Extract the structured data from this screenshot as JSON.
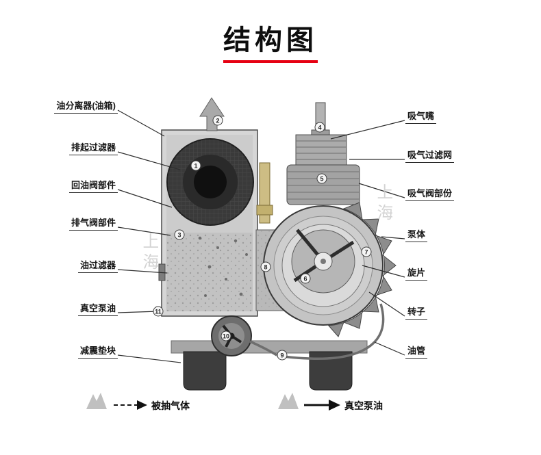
{
  "page": {
    "title": "结构图",
    "accent_color": "#e60012",
    "background": "#ffffff"
  },
  "labels_left": [
    {
      "text": "油分离器(油箱)"
    },
    {
      "text": "排起过滤器"
    },
    {
      "text": "回油阀部件"
    },
    {
      "text": "排气阀部件"
    },
    {
      "text": "油过滤器"
    },
    {
      "text": "真空泵油"
    },
    {
      "text": "减震垫块"
    }
  ],
  "labels_right": [
    {
      "text": "吸气嘴"
    },
    {
      "text": "吸气过滤网"
    },
    {
      "text": "吸气阀部份"
    },
    {
      "text": "泵体"
    },
    {
      "text": "旋片"
    },
    {
      "text": "转子"
    },
    {
      "text": "油管"
    }
  ],
  "legend": {
    "dashed_label": "被抽气体",
    "solid_label": "真空泵油"
  },
  "markers": [
    "1",
    "2",
    "3",
    "4",
    "5",
    "6",
    "7",
    "8",
    "9",
    "10",
    "11"
  ],
  "watermark": {
    "text": "上海"
  }
}
